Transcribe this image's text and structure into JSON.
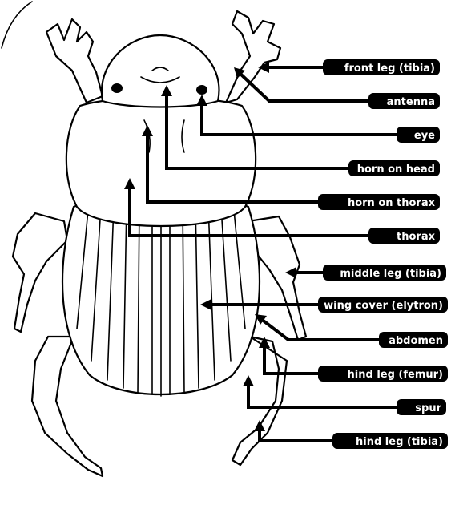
{
  "labels": [
    {
      "id": "front-leg-tibia",
      "text": "front leg (tibia)"
    },
    {
      "id": "antenna",
      "text": "antenna"
    },
    {
      "id": "eye",
      "text": "eye"
    },
    {
      "id": "horn-on-head",
      "text": "horn on head"
    },
    {
      "id": "horn-on-thorax",
      "text": "horn on thorax"
    },
    {
      "id": "thorax",
      "text": "thorax"
    },
    {
      "id": "middle-leg-tibia",
      "text": "middle leg (tibia)"
    },
    {
      "id": "wing-cover",
      "text": "wing cover (elytron)"
    },
    {
      "id": "abdomen",
      "text": "abdomen"
    },
    {
      "id": "hind-leg-femur",
      "text": "hind leg (femur)"
    },
    {
      "id": "spur",
      "text": "spur"
    },
    {
      "id": "hind-leg-tibia",
      "text": "hind leg (tibia)"
    }
  ]
}
